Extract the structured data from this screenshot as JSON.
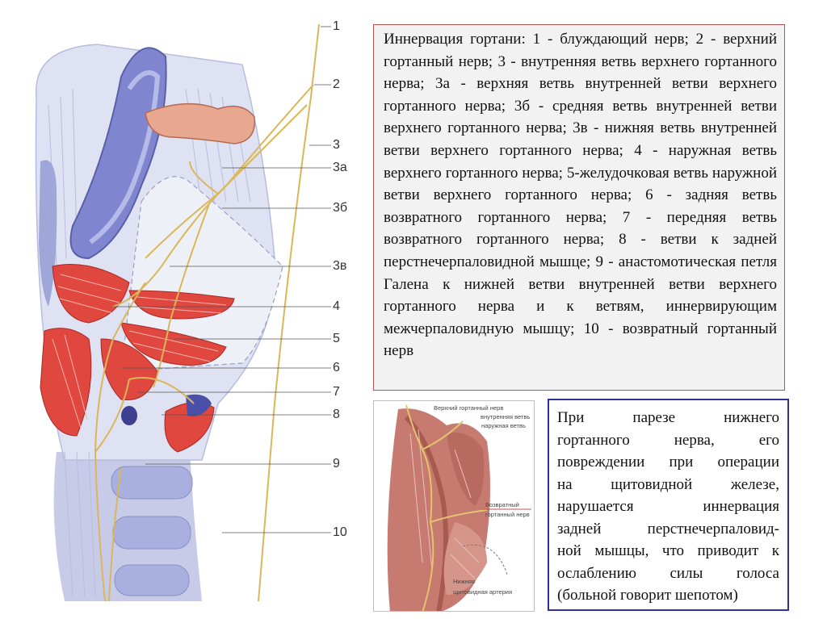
{
  "diagram": {
    "labels": [
      "1",
      "2",
      "3",
      "3а",
      "3б",
      "3в",
      "4",
      "5",
      "6",
      "7",
      "8",
      "9",
      "10"
    ]
  },
  "caption": {
    "text": "Иннервация гортани: 1 - блуждающий нерв; 2 - верхний гортанный нерв; 3 - внутренняя ветвь верхнего гортанного нерва; 3а - верхняя ветвь внутренней ветви верхнего гортанного нерва; 3б - средняя ветвь внутренней ветви верхнего гортанного нерва; 3в - нижняя ветвь внутренней ветви верхнего гортанного нерва; 4 - наружная ветвь верхнего гортанного нерва; 5-желудочковая ветвь наружной ветви верхнего гортанного нерва; 6 - задняя ветвь возвратного гортанного нерва; 7 - передняя ветвь возвратного гортанного нерва; 8 - ветви к задней перстнечерпаловидной мышце; 9 - анастомотическая петля Галена к нижней ветви внутренней ветви верхнего гортанного нерва и к ветвям, иннервирующим межчерпаловидную мышцу; 10 - возвратный гортанный нерв"
  },
  "inset": {
    "labels": {
      "upper_nerve": "Верхний гортанный нерв",
      "internal_branch": "внутренняя ветвь",
      "external_branch": "наружная ветвь",
      "recurrent_1": "Возвратный",
      "recurrent_2": "гортанный нерв",
      "lower_1": "Нижняя",
      "lower_2": "щитовидная артерия"
    }
  },
  "note": {
    "lines": [
      "При парезе нижнего",
      "гортанного нерва, его",
      "повреждении при операции",
      "на щитовидной железе,",
      "нарушается иннервация",
      "задней перстнечерпаловид-",
      "ной мышцы, что приводит к",
      "ослаблению силы голоса",
      "(больной говорит шепотом)"
    ]
  },
  "colors": {
    "caption_border": "#c0504d",
    "caption_bg": "#f2f2f2",
    "note_border": "#2e3192",
    "cartilage_blue": "#9fa6d8",
    "muscle_red": "#e0473f",
    "nerve_yellow": "#d9b75a"
  }
}
